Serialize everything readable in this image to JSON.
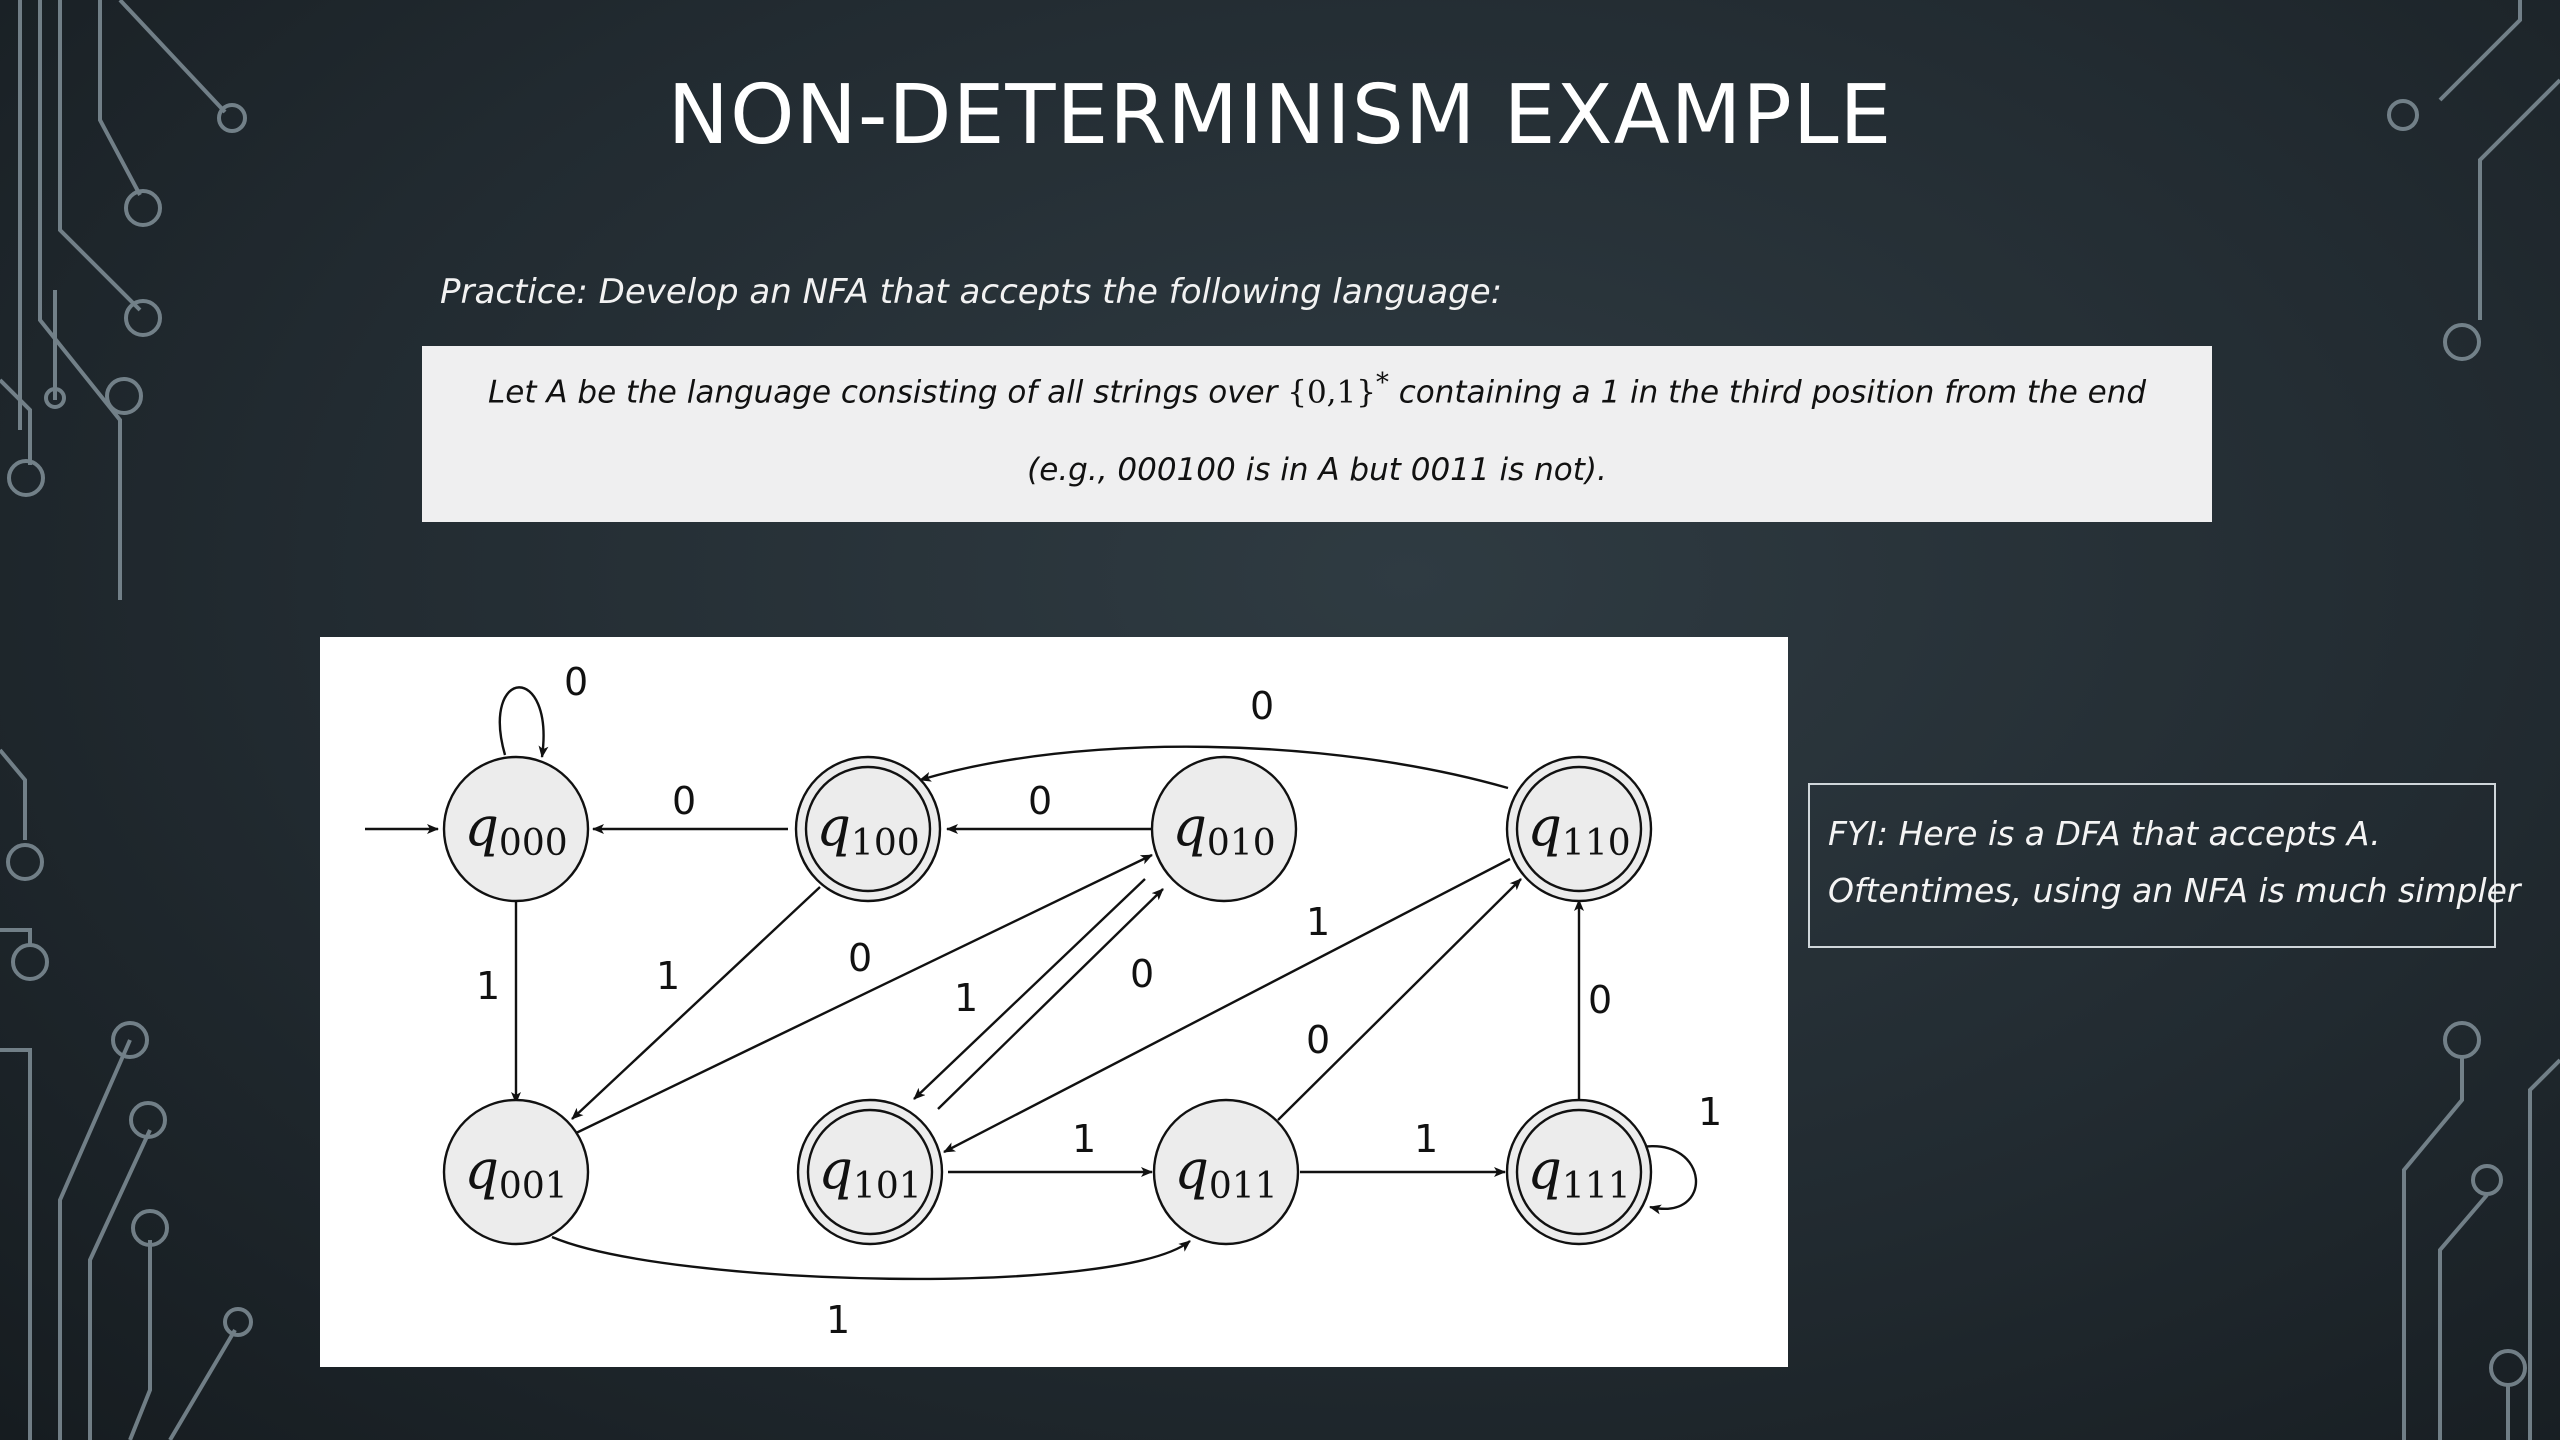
{
  "slide": {
    "title": "NON-DETERMINISM EXAMPLE",
    "practice": "Practice: Develop an NFA that accepts the following language:"
  },
  "language_box": {
    "line1_before": "Let A be the language consisting of all strings over ",
    "alphabet": "{0,1}",
    "star": "*",
    "line1_after": " containing a 1 in the third position from the end",
    "line2": "(e.g., 000100 is in A but 0011 is not)."
  },
  "fyi": {
    "line1": "FYI: Here is a DFA that accepts A.",
    "line2": "Oftentimes, using an NFA is much simpler"
  },
  "dfa": {
    "states": [
      {
        "id": "q000",
        "base": "q",
        "sub": "000",
        "accepting": false,
        "start": true
      },
      {
        "id": "q100",
        "base": "q",
        "sub": "100",
        "accepting": true
      },
      {
        "id": "q010",
        "base": "q",
        "sub": "010",
        "accepting": false
      },
      {
        "id": "q110",
        "base": "q",
        "sub": "110",
        "accepting": true
      },
      {
        "id": "q001",
        "base": "q",
        "sub": "001",
        "accepting": false
      },
      {
        "id": "q101",
        "base": "q",
        "sub": "101",
        "accepting": true
      },
      {
        "id": "q011",
        "base": "q",
        "sub": "011",
        "accepting": false
      },
      {
        "id": "q111",
        "base": "q",
        "sub": "111",
        "accepting": true
      }
    ],
    "transitions": [
      {
        "from": "q000",
        "to": "q000",
        "label": "0"
      },
      {
        "from": "q000",
        "to": "q001",
        "label": "1"
      },
      {
        "from": "q100",
        "to": "q000",
        "label": "0"
      },
      {
        "from": "q100",
        "to": "q001",
        "label": "1"
      },
      {
        "from": "q010",
        "to": "q100",
        "label": "0"
      },
      {
        "from": "q010",
        "to": "q101",
        "label": "1"
      },
      {
        "from": "q110",
        "to": "q100",
        "label": "0"
      },
      {
        "from": "q110",
        "to": "q101",
        "label": "1"
      },
      {
        "from": "q001",
        "to": "q010",
        "label": "0"
      },
      {
        "from": "q001",
        "to": "q011",
        "label": "1"
      },
      {
        "from": "q101",
        "to": "q010",
        "label": "0"
      },
      {
        "from": "q101",
        "to": "q011",
        "label": "1"
      },
      {
        "from": "q011",
        "to": "q110",
        "label": "0"
      },
      {
        "from": "q011",
        "to": "q111",
        "label": "1"
      },
      {
        "from": "q111",
        "to": "q110",
        "label": "0"
      },
      {
        "from": "q111",
        "to": "q111",
        "label": "1"
      }
    ]
  },
  "colors": {
    "background": "#222b31",
    "circuit": "#8e9ea7",
    "state_fill": "#ececec",
    "panel": "#ffffff",
    "language_box": "#efeff0"
  }
}
